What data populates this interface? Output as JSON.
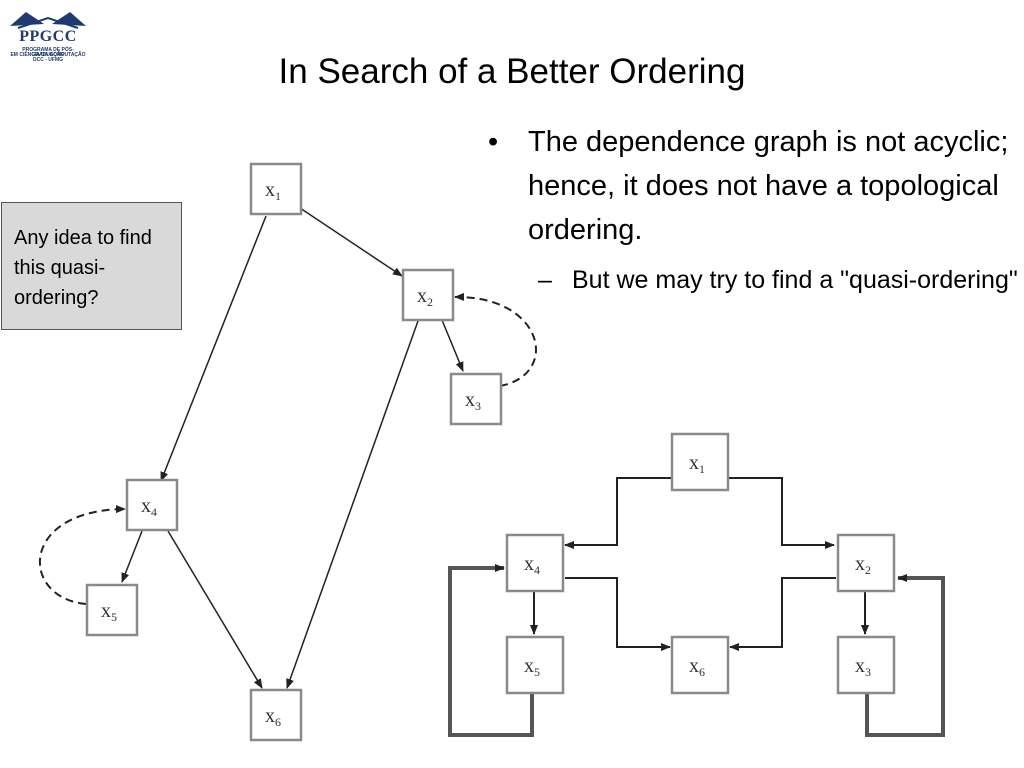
{
  "logo": {
    "text": "PPGCC",
    "line1": "PROGRAMA DE PÓS-GRADUAÇÃO",
    "line2": "EM CIÊNCIA DA COMPUTAÇÃO",
    "line3": "DCC - UFMG"
  },
  "title": "In Search of a Better Ordering",
  "bullets": {
    "main": "The dependence graph is not acyclic; hence, it does not have a topological ordering.",
    "sub": "But we may try to find a \"quasi-ordering\"",
    "bullet_glyph": "•",
    "dash_glyph": "–"
  },
  "note": "Any idea to find this quasi-ordering?",
  "graph_left": {
    "nodes": [
      {
        "id": "x1",
        "letter": "x",
        "sub": "1"
      },
      {
        "id": "x2",
        "letter": "x",
        "sub": "2"
      },
      {
        "id": "x3",
        "letter": "x",
        "sub": "3"
      },
      {
        "id": "x4",
        "letter": "x",
        "sub": "4"
      },
      {
        "id": "x5",
        "letter": "x",
        "sub": "5"
      },
      {
        "id": "x6",
        "letter": "x",
        "sub": "6"
      }
    ],
    "edges": [
      {
        "from": "x1",
        "to": "x2",
        "style": "solid"
      },
      {
        "from": "x1",
        "to": "x4",
        "style": "solid"
      },
      {
        "from": "x2",
        "to": "x3",
        "style": "solid"
      },
      {
        "from": "x3",
        "to": "x2",
        "style": "dashed"
      },
      {
        "from": "x2",
        "to": "x6",
        "style": "solid"
      },
      {
        "from": "x4",
        "to": "x5",
        "style": "solid"
      },
      {
        "from": "x5",
        "to": "x4",
        "style": "dashed"
      },
      {
        "from": "x4",
        "to": "x6",
        "style": "solid"
      }
    ]
  },
  "graph_right": {
    "nodes": [
      {
        "id": "x1",
        "letter": "x",
        "sub": "1"
      },
      {
        "id": "x2",
        "letter": "x",
        "sub": "2"
      },
      {
        "id": "x3",
        "letter": "x",
        "sub": "3"
      },
      {
        "id": "x4",
        "letter": "x",
        "sub": "4"
      },
      {
        "id": "x5",
        "letter": "x",
        "sub": "5"
      },
      {
        "id": "x6",
        "letter": "x",
        "sub": "6"
      }
    ],
    "edges": [
      {
        "from": "x1",
        "to": "x4",
        "style": "solid"
      },
      {
        "from": "x1",
        "to": "x2",
        "style": "solid"
      },
      {
        "from": "x4",
        "to": "x5",
        "style": "solid"
      },
      {
        "from": "x4",
        "to": "x6",
        "style": "solid"
      },
      {
        "from": "x2",
        "to": "x6",
        "style": "solid"
      },
      {
        "from": "x2",
        "to": "x3",
        "style": "solid"
      },
      {
        "from": "x5",
        "to": "x4",
        "style": "thick"
      },
      {
        "from": "x3",
        "to": "x2",
        "style": "thick"
      }
    ]
  }
}
